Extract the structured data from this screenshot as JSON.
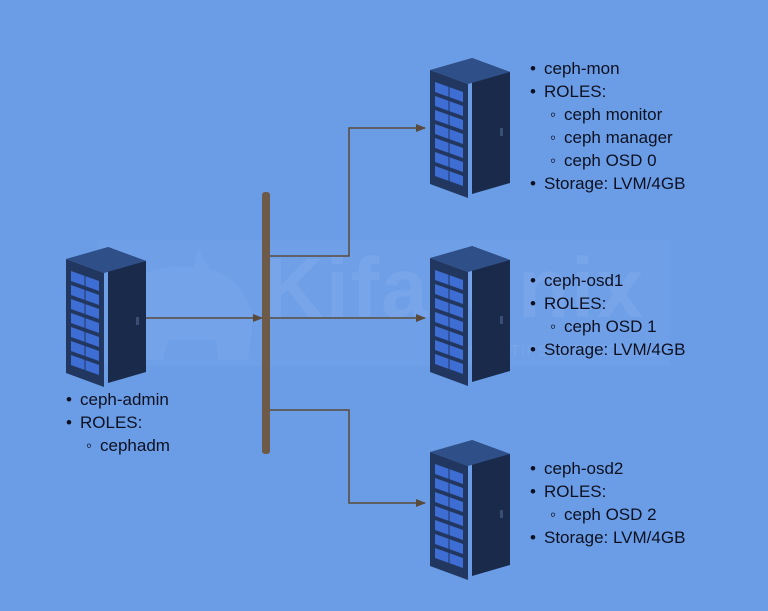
{
  "watermark": {
    "brand": "Kifarunix",
    "tagline": "*NIX TIPS & TUTORIALS"
  },
  "colors": {
    "background": "#6a9de6",
    "connector": "#5a4a3a",
    "bus": "#6e5a48",
    "server_body": "#223760",
    "server_side": "#1a2a4a",
    "server_top": "#2e4f88",
    "server_slot": "#3e6ed4",
    "text": "#0d1020"
  },
  "nodes": {
    "admin": {
      "name": "ceph-admin",
      "roles_label": "ROLES:",
      "roles": [
        "cephadm"
      ]
    },
    "mon": {
      "name": "ceph-mon",
      "roles_label": "ROLES:",
      "roles": [
        "ceph monitor",
        "ceph manager",
        "ceph OSD 0"
      ],
      "storage": "Storage: LVM/4GB"
    },
    "osd1": {
      "name": "ceph-osd1",
      "roles_label": "ROLES:",
      "roles": [
        "ceph OSD 1"
      ],
      "storage": "Storage: LVM/4GB"
    },
    "osd2": {
      "name": "ceph-osd2",
      "roles_label": "ROLES:",
      "roles": [
        "ceph OSD 2"
      ],
      "storage": "Storage: LVM/4GB"
    }
  },
  "icons": {
    "server": "server-rack-icon",
    "watermark": "rhino-logo-icon"
  }
}
